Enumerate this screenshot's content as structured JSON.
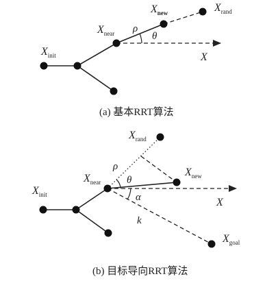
{
  "diagram_a": {
    "caption": "(a)  基本RRT算法",
    "labels": {
      "x_init": {
        "main": "X",
        "sub": "init"
      },
      "x_near": {
        "main": "X",
        "sub": "near"
      },
      "x_new": {
        "main": "X",
        "sub": "new"
      },
      "x_rand": {
        "main": "X",
        "sub": "rand"
      },
      "axis_x": "X",
      "rho": "ρ",
      "theta": "θ"
    }
  },
  "diagram_b": {
    "caption": "(b)  目标导向RRT算法",
    "labels": {
      "x_init": {
        "main": "X",
        "sub": "init"
      },
      "x_near": {
        "main": "X",
        "sub": "near"
      },
      "x_new": {
        "main": "X",
        "sub": "new"
      },
      "x_rand": {
        "main": "X",
        "sub": "rand"
      },
      "x_goal": {
        "main": "X",
        "sub": "goal"
      },
      "axis_x": "X",
      "rho": "ρ",
      "theta": "θ",
      "alpha": "α",
      "k": "k"
    }
  }
}
